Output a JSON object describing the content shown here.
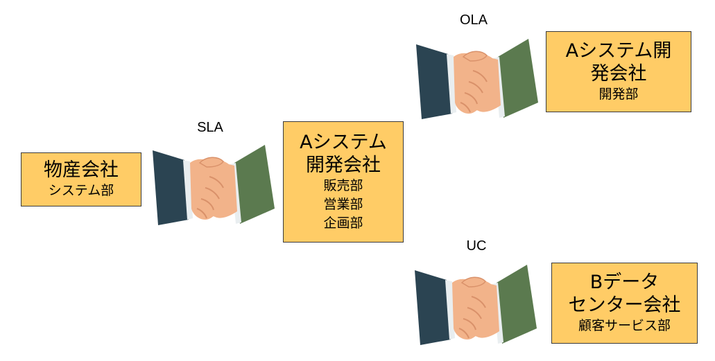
{
  "relations": {
    "sla": {
      "label": "SLA"
    },
    "ola": {
      "label": "OLA"
    },
    "uc": {
      "label": "UC"
    }
  },
  "boxes": {
    "customer": {
      "big": [
        "物産会社"
      ],
      "small": [
        "システム部"
      ]
    },
    "provider": {
      "big": [
        "Aシステム",
        "開発会社"
      ],
      "small": [
        "販売部",
        "営業部",
        "企画部"
      ]
    },
    "internal": {
      "big": [
        "Aシステム開",
        "発会社"
      ],
      "small": [
        "開発部"
      ]
    },
    "vendor": {
      "big": [
        "Bデータ",
        "センター会社"
      ],
      "small": [
        "顧客サービス部"
      ]
    }
  },
  "colors": {
    "box_fill": "#ffcc66",
    "left_sleeve": "#2b4452",
    "right_sleeve": "#5b7a4f",
    "skin": "#f2b38a",
    "skin_shadow": "#d9916a",
    "cuff": "#e9eef0"
  },
  "icons": {
    "handshake": "handshake-icon"
  }
}
